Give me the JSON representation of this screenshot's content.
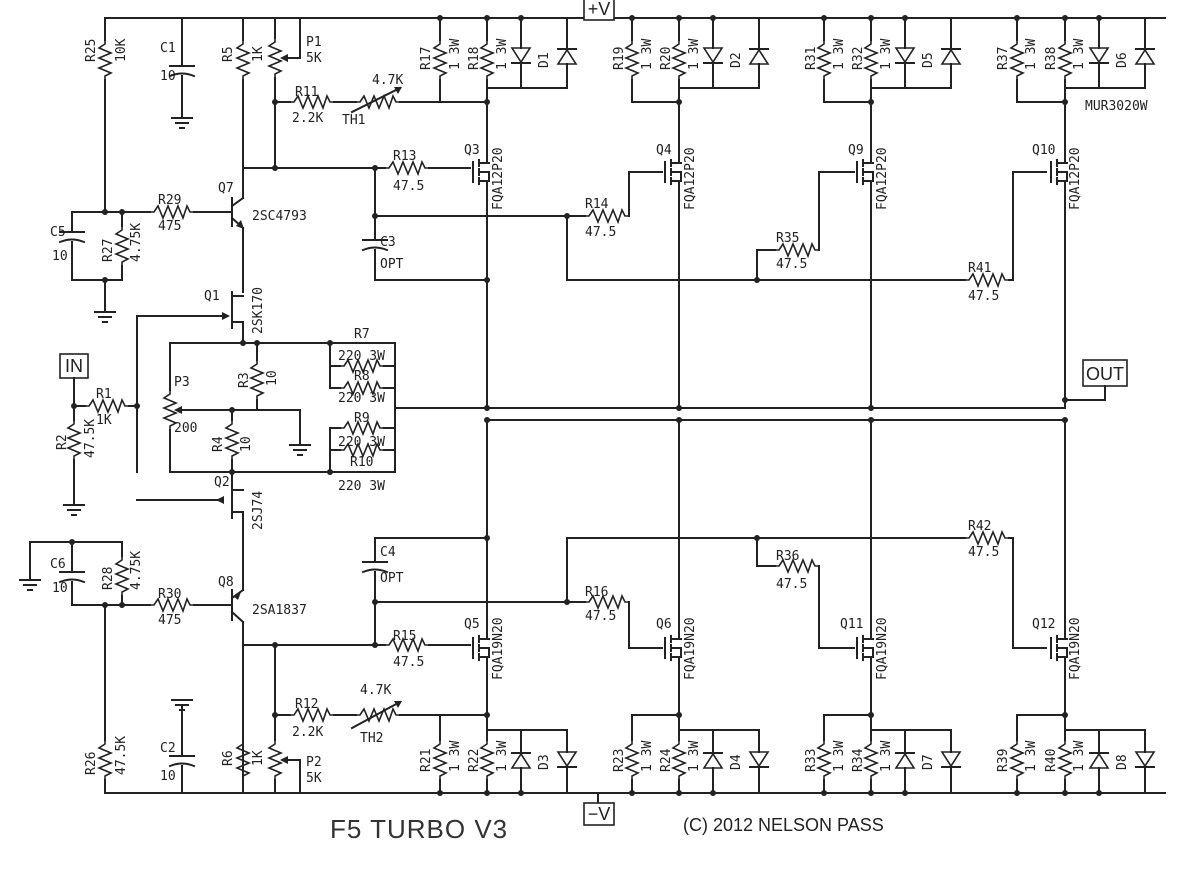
{
  "title": "F5 TURBO V3",
  "copyright": "(C) 2012 NELSON PASS",
  "terminals": {
    "pos": "+V",
    "neg": "−V",
    "in": "IN",
    "out": "OUT"
  },
  "components": {
    "R25": {
      "ref": "R25",
      "val": "10K"
    },
    "C1": {
      "ref": "C1",
      "val": "10"
    },
    "R5": {
      "ref": "R5",
      "val": "1K"
    },
    "P1": {
      "ref": "P1",
      "val": "5K"
    },
    "R11": {
      "ref": "R11",
      "val": "2.2K"
    },
    "TH1": {
      "ref": "TH1",
      "val": "4.7K"
    },
    "R17": {
      "ref": "R17",
      "val": "1 3W"
    },
    "R18": {
      "ref": "R18",
      "val": "1 3W"
    },
    "D1": {
      "ref": "D1"
    },
    "R19": {
      "ref": "R19",
      "val": "1 3W"
    },
    "R20": {
      "ref": "R20",
      "val": "1 3W"
    },
    "D2": {
      "ref": "D2"
    },
    "R31": {
      "ref": "R31",
      "val": "1 3W"
    },
    "R32": {
      "ref": "R32",
      "val": "1 3W"
    },
    "D5": {
      "ref": "D5"
    },
    "R37": {
      "ref": "R37",
      "val": "1 3W"
    },
    "R38": {
      "ref": "R38",
      "val": "1 3W"
    },
    "D6": {
      "ref": "D6",
      "val": "MUR3020W"
    },
    "Q7": {
      "ref": "Q7",
      "val": "2SC4793"
    },
    "R29": {
      "ref": "R29",
      "val": "475"
    },
    "C5": {
      "ref": "C5",
      "val": "10"
    },
    "R27": {
      "ref": "R27",
      "val": "4.75K"
    },
    "R13": {
      "ref": "R13",
      "val": "47.5"
    },
    "Q3": {
      "ref": "Q3",
      "val": "FQA12P20"
    },
    "Q4": {
      "ref": "Q4",
      "val": "FQA12P20"
    },
    "Q9": {
      "ref": "Q9",
      "val": "FQA12P20"
    },
    "Q10": {
      "ref": "Q10",
      "val": "FQA12P20"
    },
    "R14": {
      "ref": "R14",
      "val": "47.5"
    },
    "C3": {
      "ref": "C3",
      "val": "OPT"
    },
    "R35": {
      "ref": "R35",
      "val": "47.5"
    },
    "R41": {
      "ref": "R41",
      "val": "47.5"
    },
    "Q1": {
      "ref": "Q1",
      "val": "2SK170"
    },
    "R7": {
      "ref": "R7",
      "val": "220 3W"
    },
    "R8": {
      "ref": "R8",
      "val": "220 3W"
    },
    "R3": {
      "ref": "R3",
      "val": "10"
    },
    "P3": {
      "ref": "P3",
      "val": "200"
    },
    "R1": {
      "ref": "R1",
      "val": "1K"
    },
    "R2": {
      "ref": "R2",
      "val": "47.5K"
    },
    "R9": {
      "ref": "R9",
      "val": "220 3W"
    },
    "R4": {
      "ref": "R4",
      "val": "10"
    },
    "R10": {
      "ref": "R10",
      "val": "220 3W"
    },
    "Q2": {
      "ref": "Q2",
      "val": "2SJ74"
    },
    "R42": {
      "ref": "R42",
      "val": "47.5"
    },
    "C4": {
      "ref": "C4",
      "val": "OPT"
    },
    "R36": {
      "ref": "R36",
      "val": "47.5"
    },
    "C6": {
      "ref": "C6",
      "val": "10"
    },
    "R28": {
      "ref": "R28",
      "val": "4.75K"
    },
    "Q8": {
      "ref": "Q8",
      "val": "2SA1837"
    },
    "R30": {
      "ref": "R30",
      "val": "475"
    },
    "R16": {
      "ref": "R16",
      "val": "47.5"
    },
    "R15": {
      "ref": "R15",
      "val": "47.5"
    },
    "Q5": {
      "ref": "Q5",
      "val": "FQA19N20"
    },
    "Q6": {
      "ref": "Q6",
      "val": "FQA19N20"
    },
    "Q11": {
      "ref": "Q11",
      "val": "FQA19N20"
    },
    "Q12": {
      "ref": "Q12",
      "val": "FQA19N20"
    },
    "R12": {
      "ref": "R12",
      "val": "2.2K"
    },
    "TH2": {
      "ref": "TH2",
      "val": "4.7K"
    },
    "R26": {
      "ref": "R26",
      "val": "47.5K"
    },
    "C2": {
      "ref": "C2",
      "val": "10"
    },
    "R6": {
      "ref": "R6",
      "val": "1K"
    },
    "P2": {
      "ref": "P2",
      "val": "5K"
    },
    "R21": {
      "ref": "R21",
      "val": "1 3W"
    },
    "R22": {
      "ref": "R22",
      "val": "1 3W"
    },
    "D3": {
      "ref": "D3"
    },
    "R23": {
      "ref": "R23",
      "val": "1 3W"
    },
    "R24": {
      "ref": "R24",
      "val": "1 3W"
    },
    "D4": {
      "ref": "D4"
    },
    "R33": {
      "ref": "R33",
      "val": "1 3W"
    },
    "R34": {
      "ref": "R34",
      "val": "1 3W"
    },
    "D7": {
      "ref": "D7"
    },
    "R39": {
      "ref": "R39",
      "val": "1 3W"
    },
    "R40": {
      "ref": "R40",
      "val": "1 3W"
    },
    "D8": {
      "ref": "D8"
    }
  }
}
